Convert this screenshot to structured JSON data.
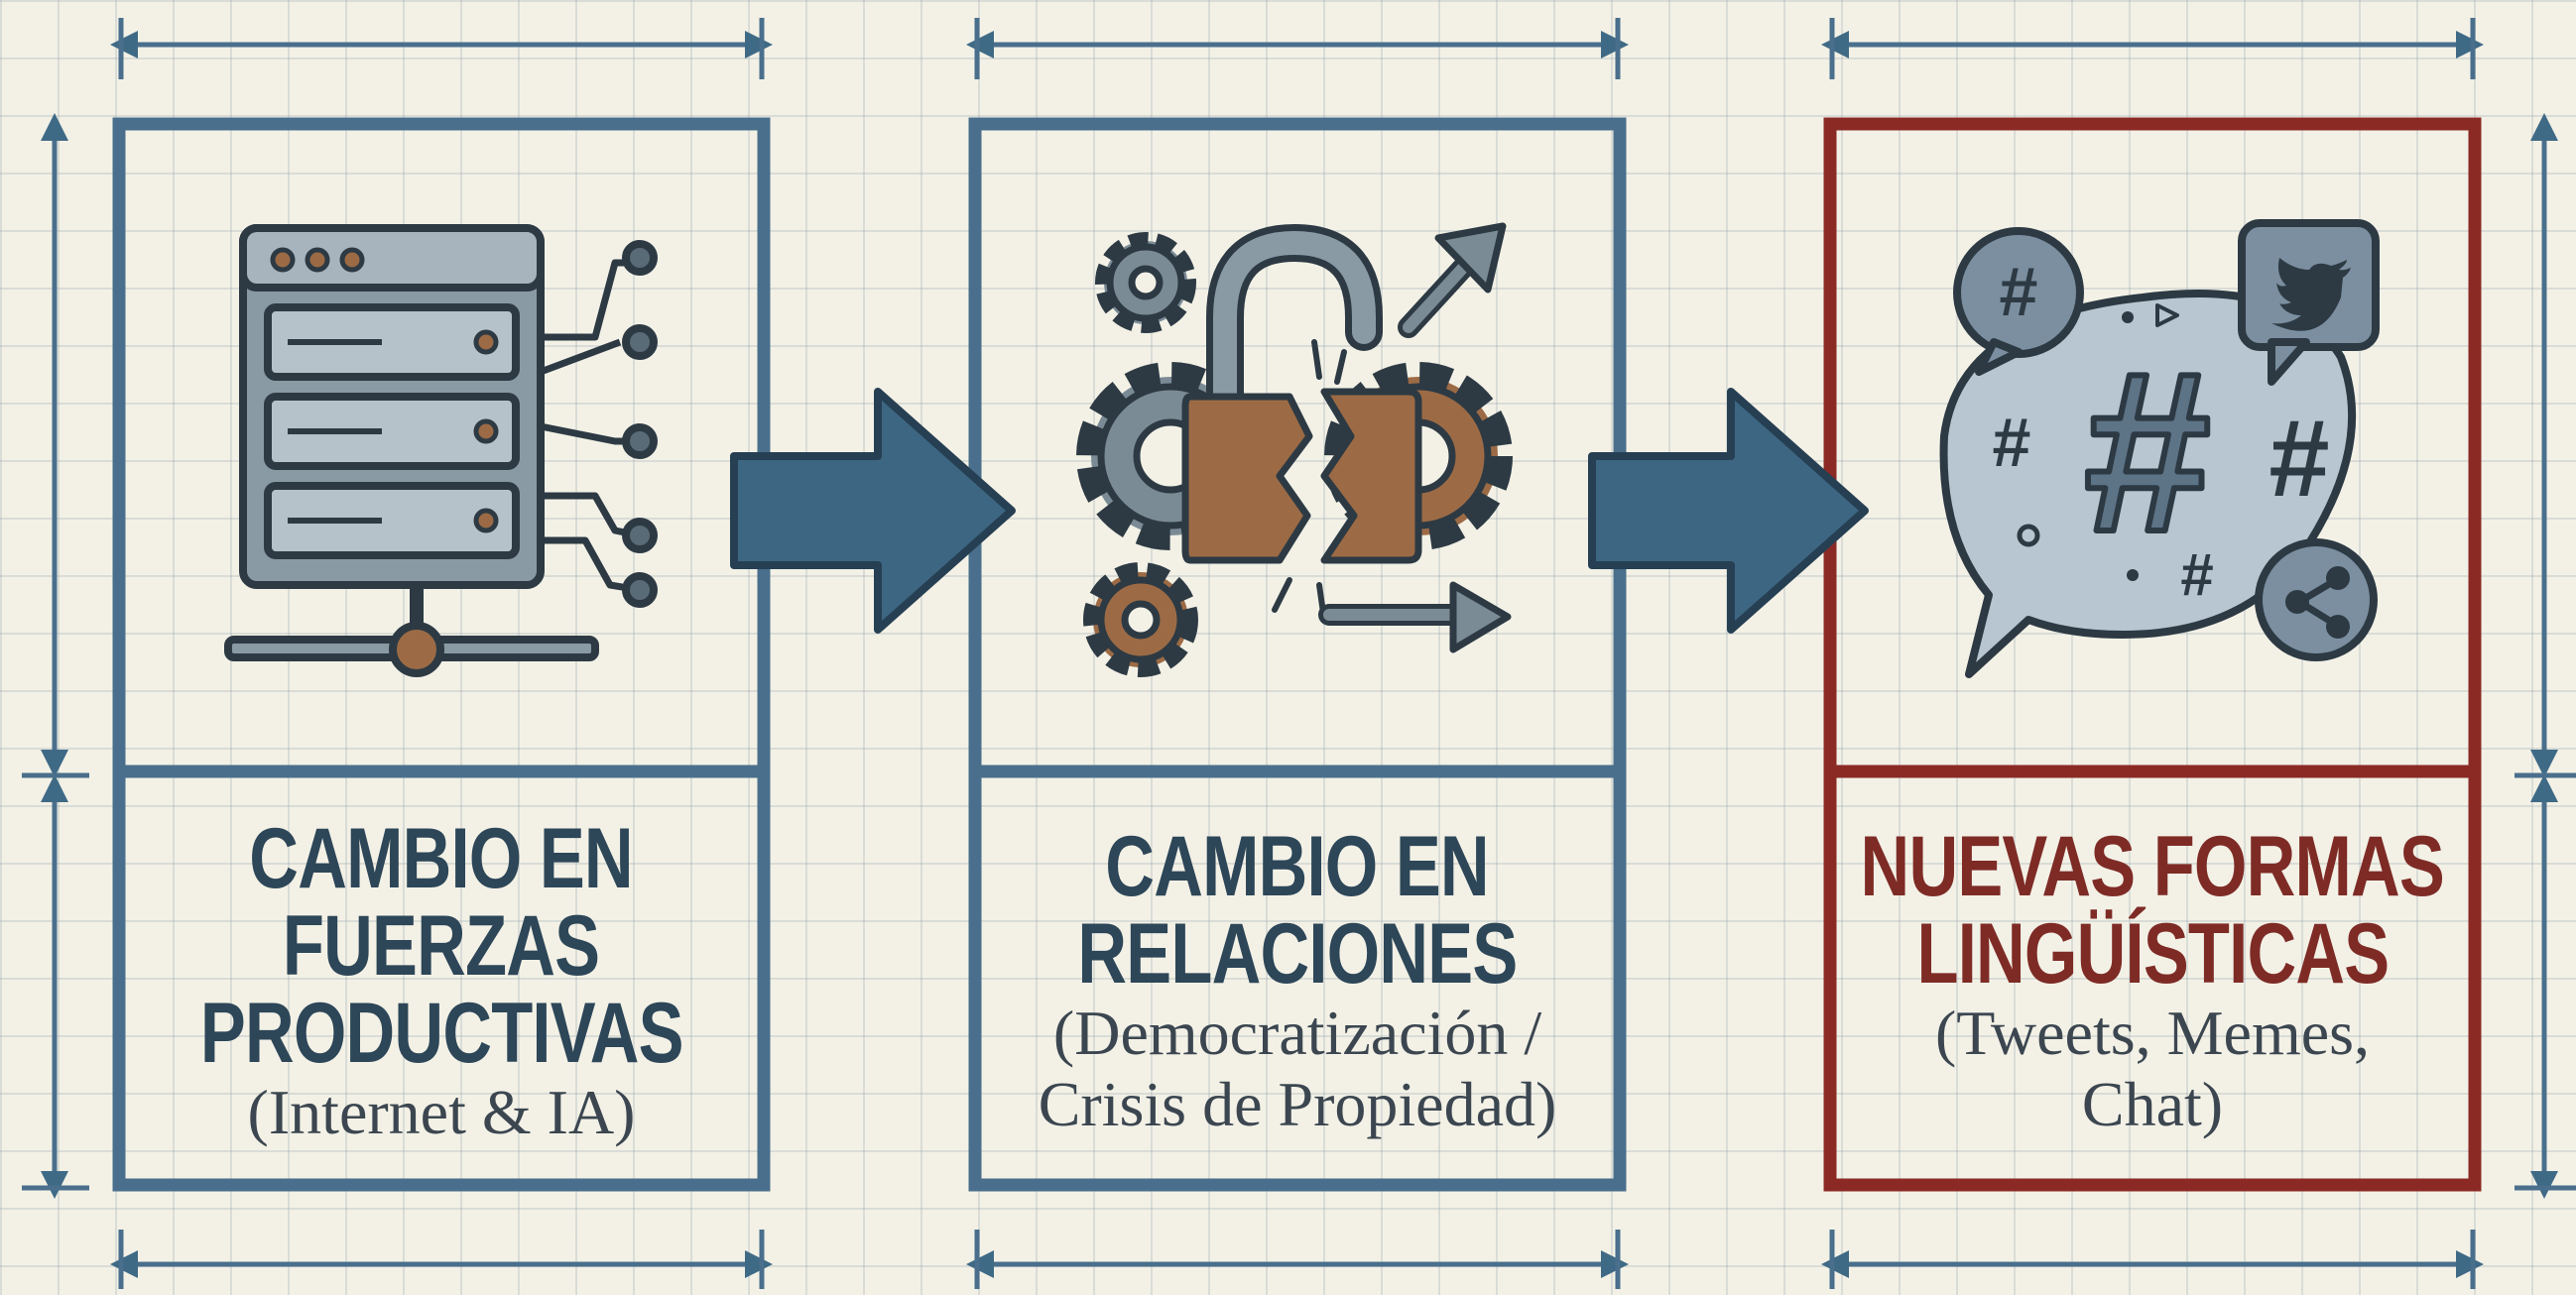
{
  "panels": [
    {
      "title_lines": [
        "CAMBIO EN",
        "FUERZAS",
        "PRODUCTIVAS"
      ],
      "subtitle_lines": [
        "(Internet & IA)"
      ],
      "icon": "server-network-icon",
      "accent": "#2d4658"
    },
    {
      "title_lines": [
        "CAMBIO EN",
        "RELACIONES"
      ],
      "subtitle_lines": [
        "(Democratización /",
        "Crisis de Propiedad)"
      ],
      "icon": "broken-padlock-gears-icon",
      "accent": "#2d4658"
    },
    {
      "title_lines": [
        "NUEVAS FORMAS",
        "LINGÜÍSTICAS"
      ],
      "subtitle_lines": [
        "(Tweets, Memes,",
        "Chat)"
      ],
      "icon": "speech-bubble-hashtags-icon",
      "accent": "#7e2b26"
    }
  ],
  "flow_arrows": [
    "arrow-right-icon",
    "arrow-right-icon"
  ],
  "colors": {
    "frame_blue": "#4a6f8c",
    "frame_red": "#8b2a25",
    "arrow_fill": "#3d6682",
    "text_blue": "#2d4658",
    "text_red": "#7e2b26",
    "rust": "#9c6b45",
    "background": "#f3f1e6"
  }
}
